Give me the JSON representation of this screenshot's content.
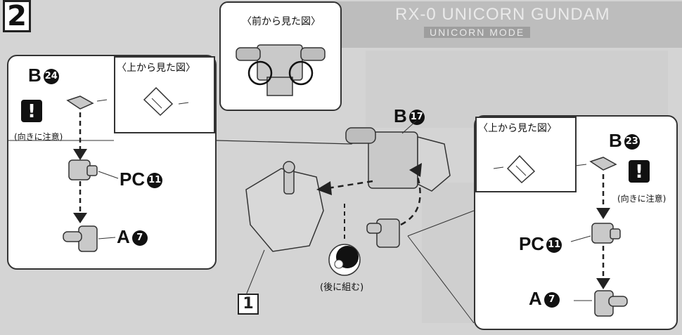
{
  "step": {
    "number": "2"
  },
  "header": {
    "title": "RX-0 UNICORN GUNDAM",
    "subtitle": "UNICORN MODE"
  },
  "front_view": {
    "title": "〈前から見た図〉"
  },
  "left_panel": {
    "top_view_title": "〈上から見た図〉",
    "label_b24": "B",
    "badge_b24": "24",
    "caution_note": "(向きに注意)",
    "label_pc11": "PC",
    "badge_pc11": "11",
    "label_a7": "A",
    "badge_a7": "7"
  },
  "center": {
    "label_b17": "B",
    "badge_b17": "17",
    "assemble_later_note": "(後に組む)",
    "part_number": "1"
  },
  "right_panel": {
    "top_view_title": "〈上から見た図〉",
    "label_b23": "B",
    "badge_b23": "23",
    "caution_note": "(向きに注意)",
    "label_pc11": "PC",
    "badge_pc11": "11",
    "label_a7": "A",
    "badge_a7": "7"
  },
  "colors": {
    "part_gray": "#c9c9c9",
    "outline": "#333333",
    "background": "#d4d4d4"
  }
}
